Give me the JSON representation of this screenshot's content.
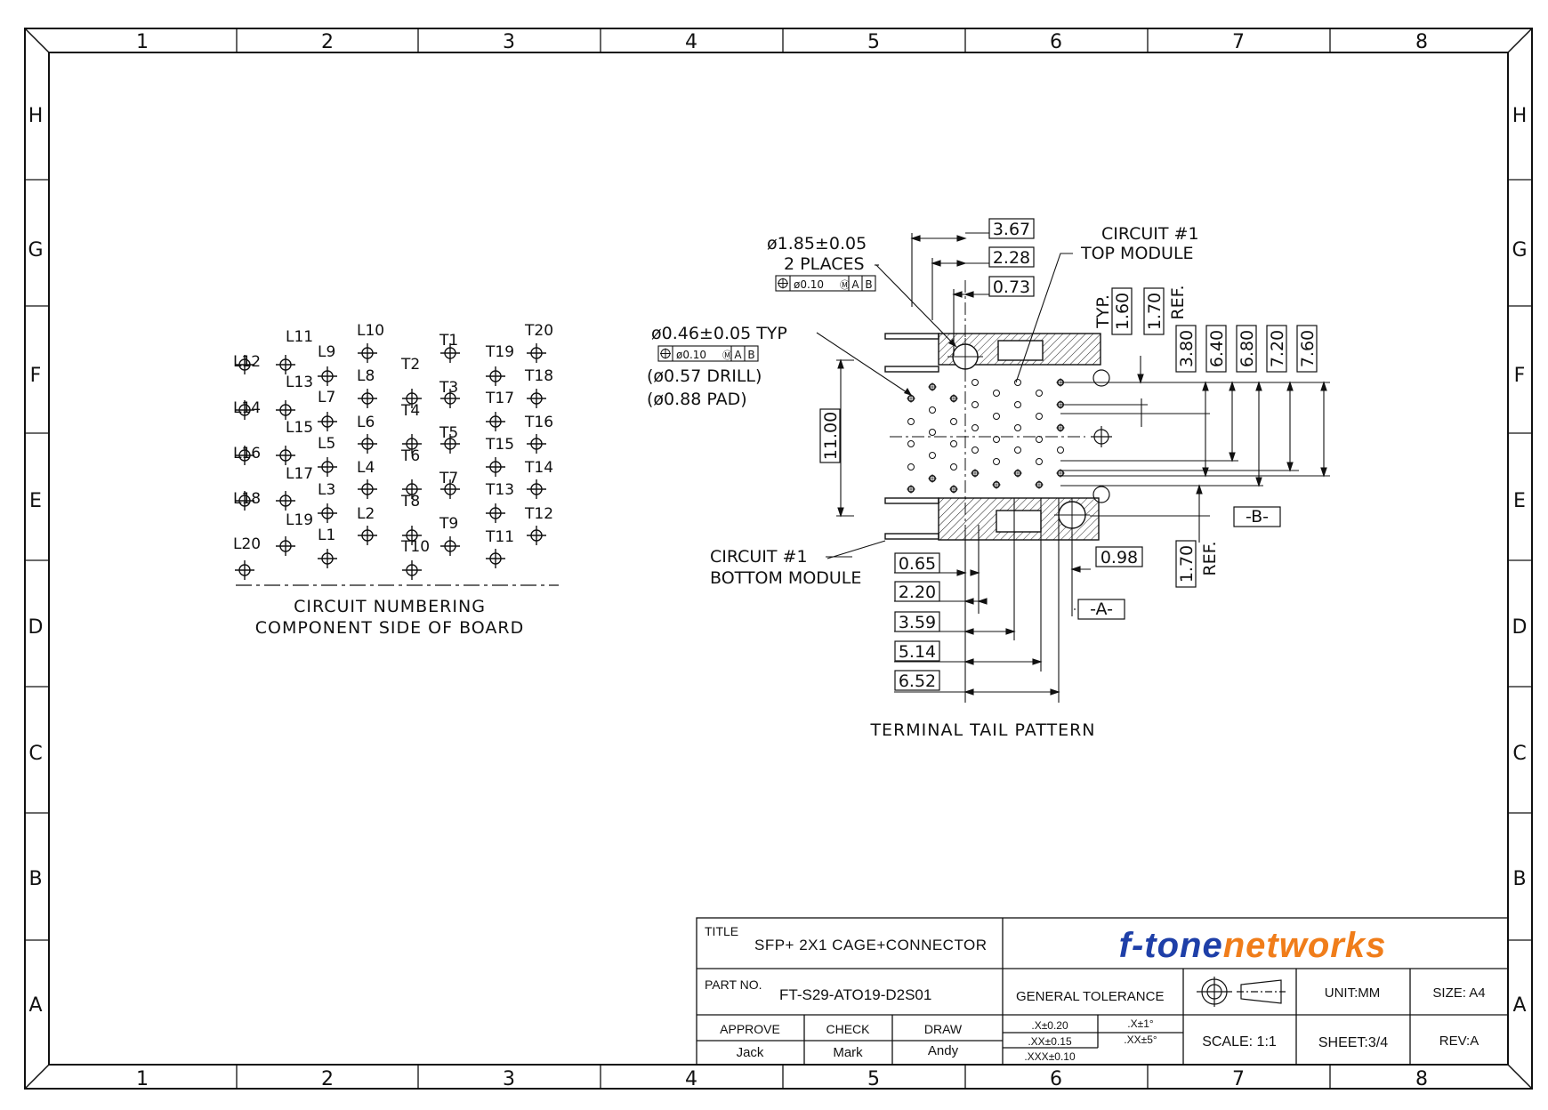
{
  "border": {
    "columns": [
      "1",
      "2",
      "3",
      "4",
      "5",
      "6",
      "7",
      "8"
    ],
    "rows": [
      "H",
      "G",
      "F",
      "E",
      "D",
      "C",
      "B",
      "A"
    ]
  },
  "circuit_numbering": {
    "title_line1": "CIRCUIT NUMBERING",
    "title_line2": "COMPONENT SIDE OF BOARD",
    "l_labels": [
      "L1",
      "L2",
      "L3",
      "L4",
      "L5",
      "L6",
      "L7",
      "L8",
      "L9",
      "L10",
      "L11",
      "L12",
      "L13",
      "L14",
      "L15",
      "L16",
      "L17",
      "L18",
      "L19",
      "L20"
    ],
    "t_labels": [
      "T1",
      "T2",
      "T3",
      "T4",
      "T5",
      "T6",
      "T7",
      "T8",
      "T9",
      "T10",
      "T11",
      "T12",
      "T13",
      "T14",
      "T15",
      "T16",
      "T17",
      "T18",
      "T19",
      "T20"
    ]
  },
  "tail_pattern": {
    "title": "TERMINAL TAIL PATTERN",
    "hole_185": "ø1.85±0.05",
    "hole_185_places": "2 PLACES",
    "hole_046": "ø0.46±0.05 TYP",
    "drill": "(ø0.57 DRILL)",
    "pad": "(ø0.88 PAD)",
    "fcf_1": "ø0.10",
    "fcf_datums": [
      "A",
      "B"
    ],
    "circuit_top_1": "CIRCUIT #1",
    "circuit_top_2": "TOP MODULE",
    "circuit_bottom_1": "CIRCUIT #1",
    "circuit_bottom_2": "BOTTOM MODULE",
    "dims_top": [
      "3.67",
      "2.28",
      "0.73"
    ],
    "dims_vertical": [
      "1.60",
      "1.70",
      "3.80",
      "6.40",
      "6.80",
      "7.20",
      "7.60"
    ],
    "typ": "TYP.",
    "ref": "REF.",
    "dim_1100": "11.00",
    "dims_bottom": [
      "0.65",
      "2.20",
      "3.59",
      "5.14",
      "6.52"
    ],
    "dim_098": "0.98",
    "dim_170b": "1.70",
    "datum_a": "-A-",
    "datum_b": "-B-"
  },
  "title_block": {
    "title_label": "TITLE",
    "title_value": "SFP+ 2X1 CAGE+CONNECTOR",
    "part_label": "PART NO.",
    "part_value": "FT-S29-ATO19-D2S01",
    "logo_part1": "f-tone",
    "logo_part2": "networks",
    "logo_color1": "#1e3fa8",
    "logo_color2": "#f07d1a",
    "general_tolerance": "GENERAL TOLERANCE",
    "tol_x": ".X±0.20",
    "tol_xx": ".XX±0.15",
    "tol_xxx": ".XXX±0.10",
    "tol_ang1": ".X±1°",
    "tol_ang2": ".XX±5°",
    "unit": "UNIT:MM",
    "size": "SIZE: A4",
    "scale": "SCALE: 1:1",
    "sheet": "SHEET:3/4",
    "rev": "REV:A",
    "approve_label": "APPROVE",
    "check_label": "CHECK",
    "draw_label": "DRAW",
    "approve_value": "Jack",
    "check_value": "Mark",
    "draw_value": "Andy"
  }
}
